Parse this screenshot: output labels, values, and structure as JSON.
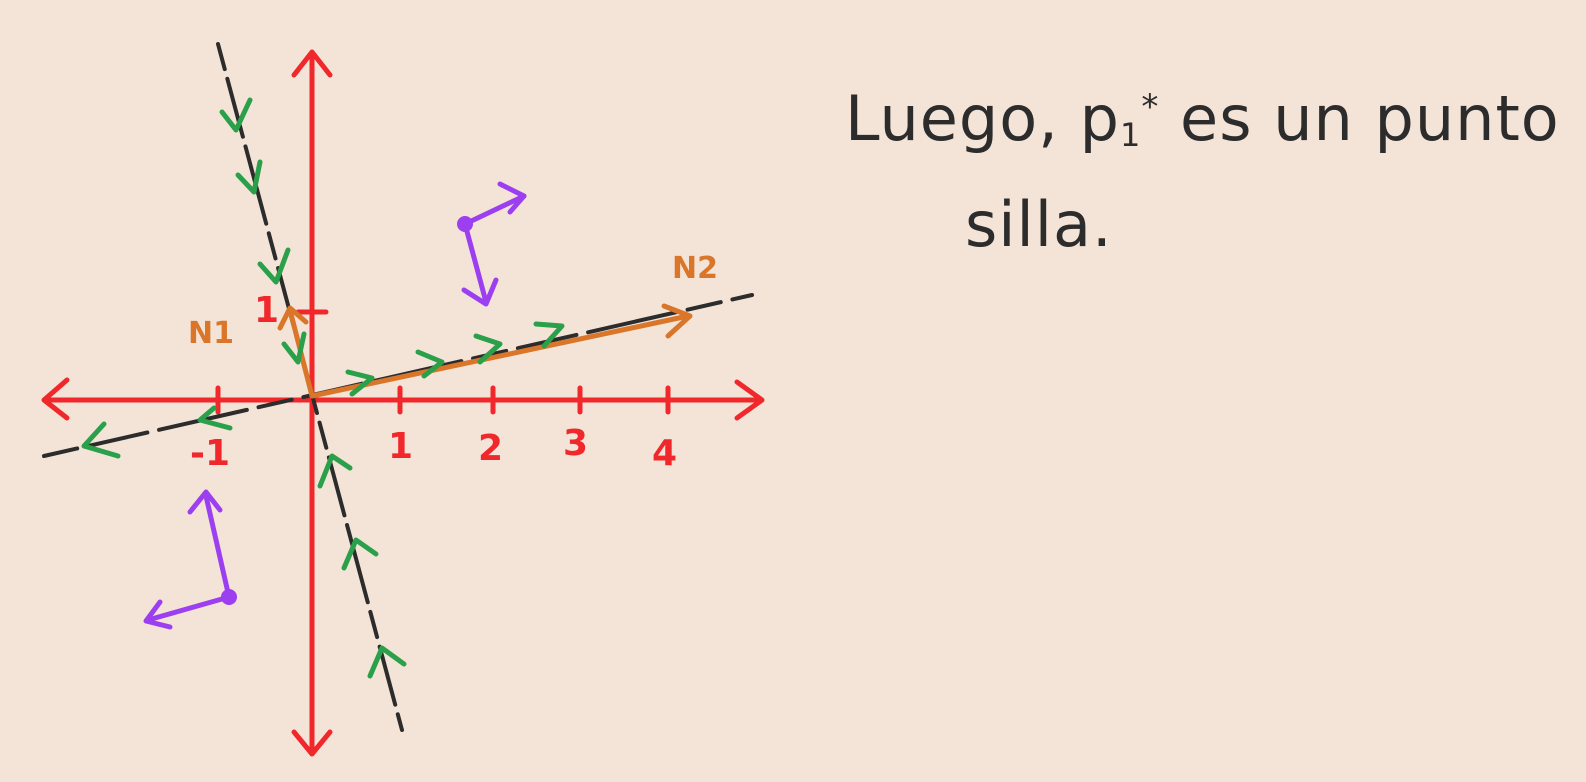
{
  "axes": {
    "x_ticks": [
      "-1",
      "1",
      "2",
      "3",
      "4"
    ],
    "y_ticks": [
      "1"
    ]
  },
  "vectors": {
    "n1_label": "N1",
    "n2_label": "N2"
  },
  "note": {
    "line1_prefix": "Luego,",
    "point_symbol": "p",
    "point_subscript": "1",
    "point_superscript": "*",
    "line1_suffix": "es un punto",
    "line2": "silla."
  },
  "colors": {
    "background": "#f4e3d7",
    "axes": "#f0272b",
    "eigenlines": "#2c2c2c",
    "eigenvectors": "#d9762a",
    "flow_arrows": "#2aa04a",
    "sample_trajectories": "#9b3ff0",
    "text": "#2c2c2c"
  }
}
